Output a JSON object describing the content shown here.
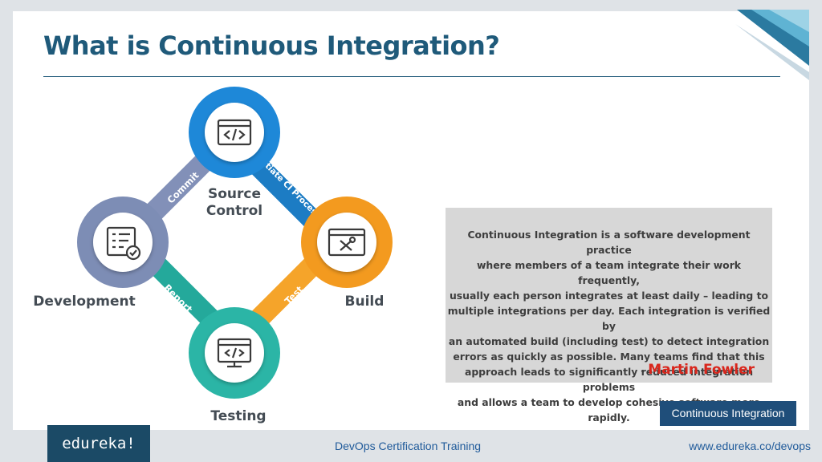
{
  "slide": {
    "title": "What is Continuous Integration?"
  },
  "diagram": {
    "nodes": [
      {
        "id": "source",
        "label_line1": "Source",
        "label_line2": "Control",
        "icon": "code-window-icon",
        "color": "#1e88d8"
      },
      {
        "id": "build",
        "label": "Build",
        "icon": "tools-window-icon",
        "color": "#f39a1f"
      },
      {
        "id": "testing",
        "label": "Testing",
        "icon": "code-monitor-icon",
        "color": "#2bb5a6"
      },
      {
        "id": "development",
        "label": "Development",
        "icon": "checklist-icon",
        "color": "#7d8db5"
      }
    ],
    "arrows": [
      {
        "id": "commit",
        "label": "Commit",
        "from": "development",
        "to": "source",
        "color": "#8290b8"
      },
      {
        "id": "initiate",
        "label": "Initiate CI Process",
        "from": "source",
        "to": "build",
        "color": "#1c7cc4"
      },
      {
        "id": "test",
        "label": "Test",
        "from": "build",
        "to": "testing",
        "color": "#f5a42a"
      },
      {
        "id": "report",
        "label": "Report",
        "from": "testing",
        "to": "development",
        "color": "#24a99b"
      }
    ]
  },
  "quote": {
    "lines": [
      "Continuous Integration is a software development practice",
      "where members of a team integrate their work frequently,",
      "usually each person integrates at least daily – leading to",
      "multiple integrations per day. Each integration is verified by",
      "an automated build (including test) to detect integration",
      "errors as quickly as possible. Many teams find that this",
      "approach leads to significantly reduced integration problems",
      "and allows a team to develop cohesive software more rapidly."
    ],
    "dash": "-",
    "author": "Martin Fowler"
  },
  "tag": "Continuous Integration",
  "footer": {
    "logo": "edureka!",
    "center": "DevOps Certification Training",
    "right": "www.edureka.co/devops"
  }
}
